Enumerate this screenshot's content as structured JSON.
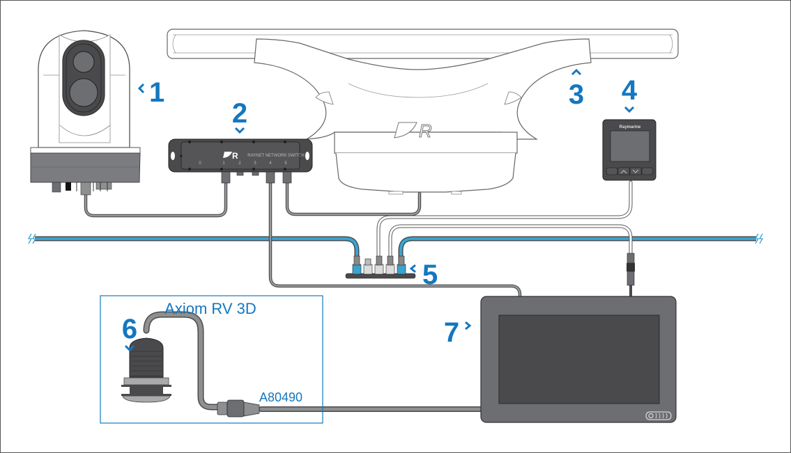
{
  "diagram": {
    "title": "Axiom RV 3D system connection example",
    "callouts": [
      {
        "id": "1",
        "label": "1",
        "component": "Thermal camera"
      },
      {
        "id": "2",
        "label": "2",
        "component": "Network switch"
      },
      {
        "id": "3",
        "label": "3",
        "component": "Radar scanner"
      },
      {
        "id": "4",
        "label": "4",
        "component": "Instrument display"
      },
      {
        "id": "5",
        "label": "5",
        "component": "Backbone backbone connector block"
      },
      {
        "id": "6",
        "label": "6",
        "component": "Transducer"
      },
      {
        "id": "7",
        "label": "7",
        "component": "Axiom RV multifunction display"
      }
    ],
    "transducer_box": {
      "title": "Axiom RV 3D",
      "part_code": "A80490"
    },
    "switch_panel": {
      "port_labels": [
        "0",
        "1",
        "2",
        "3",
        "4",
        "5"
      ],
      "caption": "RAYNET NETWORK SWITCH"
    },
    "instrument": {
      "brand": "Raymarine"
    },
    "colors": {
      "accent": "#1477bf",
      "backbone": "#3aa3d0",
      "device_dark": "#4a4a4d",
      "device_mid": "#6d6e71",
      "cable": "#808285",
      "outline": "#555555"
    }
  }
}
